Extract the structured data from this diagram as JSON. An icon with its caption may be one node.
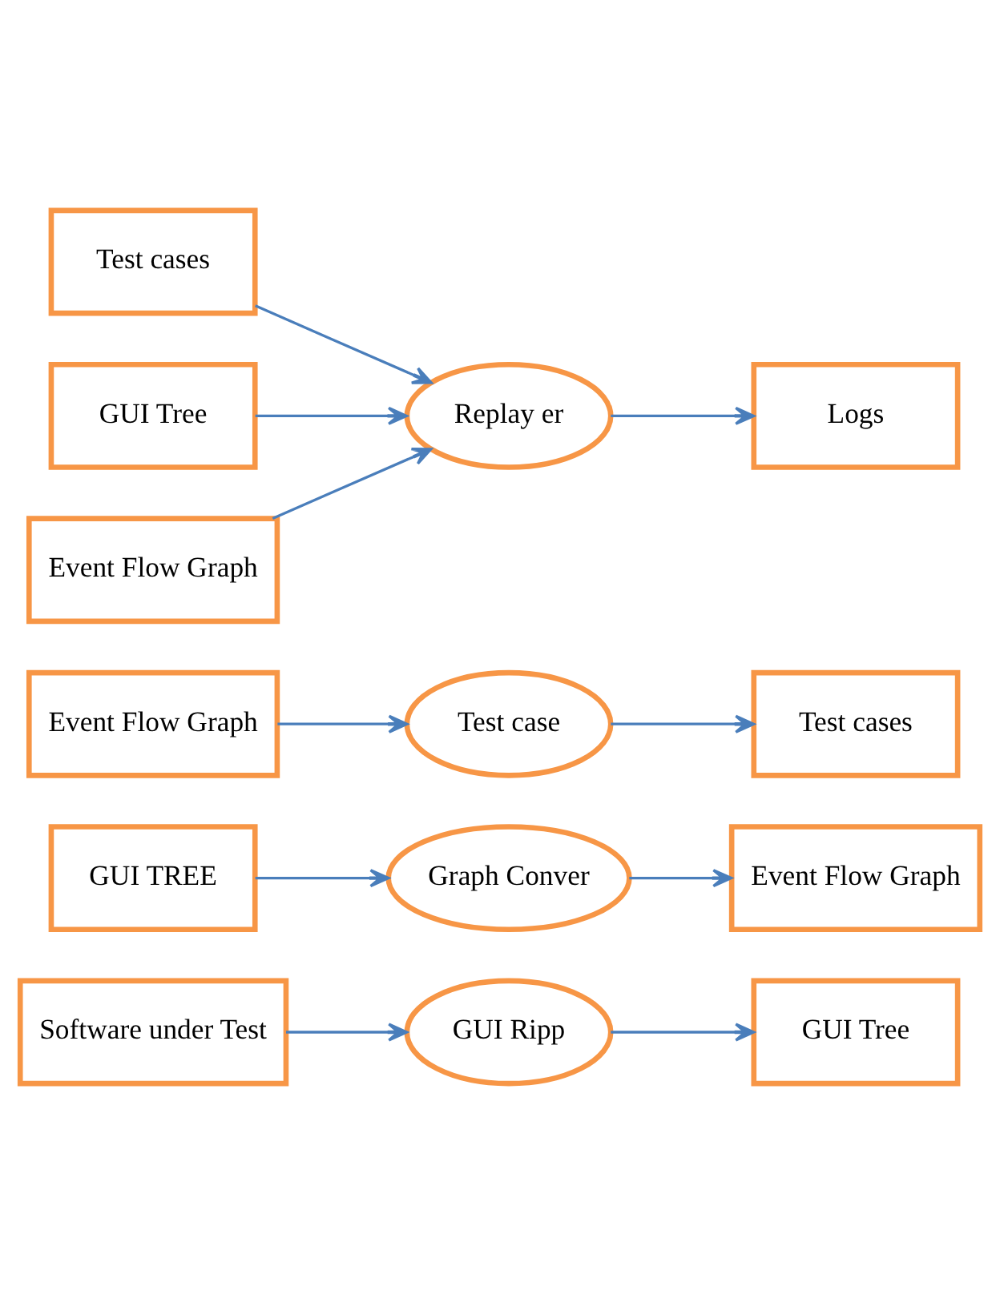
{
  "diagram": {
    "nodes": [
      {
        "text": [
          "Software under Test"
        ]
      },
      {
        "text": [
          "GUI Ripp"
        ]
      },
      {
        "text": [
          "GUI Tree"
        ]
      },
      {
        "text": [
          "GUI TREE"
        ]
      },
      {
        "text": [
          "Graph Conver"
        ]
      },
      {
        "text": [
          "Event Flow Graph"
        ]
      },
      {
        "text": [
          "Event Flow Graph"
        ]
      },
      {
        "text": [
          "Test case"
        ]
      },
      {
        "text": [
          "Test cases"
        ]
      },
      {
        "text": [
          "Test cases"
        ]
      },
      {
        "text": [
          "GUI Tree"
        ]
      },
      {
        "text": [
          "Event Flow Graph"
        ]
      },
      {
        "text": [
          "Replay er"
        ]
      },
      {
        "text": [
          "Logs"
        ]
      }
    ],
    "edges": [
      {
        "from": 0,
        "to": 1,
        "arrow": "to"
      },
      {
        "from": 1,
        "to": 2,
        "arrow": "to"
      },
      {
        "from": 3,
        "to": 4,
        "arrow": "to"
      },
      {
        "from": 4,
        "to": 5,
        "arrow": "to"
      },
      {
        "from": 6,
        "to": 7,
        "arrow": "to"
      },
      {
        "from": 7,
        "to": 8,
        "arrow": "to"
      },
      {
        "from": 9,
        "to": 12,
        "arrow": "to"
      },
      {
        "from": 10,
        "to": 12,
        "arrow": "to"
      },
      {
        "from": 11,
        "to": 12,
        "arrow": "to"
      },
      {
        "from": 12,
        "to": 13,
        "arrow": "to"
      }
    ]
  }
}
